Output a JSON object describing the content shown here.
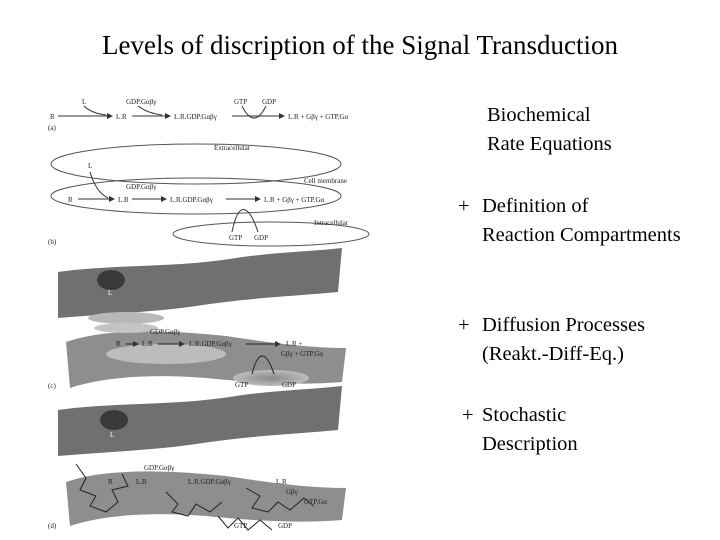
{
  "title": "Levels of discription of the Signal Transduction",
  "figure": {
    "panel_a": {
      "label": "(a)",
      "L": "L",
      "R": "R",
      "GDPGabg": "GDP.Gαβγ",
      "GTP": "GTP",
      "GDP": "GDP",
      "LR": "L.R",
      "LRGDPGabg": "L.R.GDP.Gαβγ",
      "products": "L.R + Gβγ + GTP.Gα"
    },
    "panel_b": {
      "label": "(b)",
      "extracellular": "Extracellular",
      "membrane": "Cell membrane",
      "intracellular": "Intracellular",
      "L": "L",
      "GDPGabg": "GDP.Gαβγ",
      "R": "R",
      "LR": "L.R",
      "LRGDPGabg": "L.R.GDP.Gαβγ",
      "products": "L.R + Gβγ + GTP.Gα",
      "GTP": "GTP",
      "GDP": "GDP"
    },
    "panel_c": {
      "label": "(c)",
      "L": "L",
      "GDPGabg": "GDP.Gαβγ",
      "R": "R",
      "LR": "L.R",
      "LRGDPGabg": "L.R.GDP.Gαβγ",
      "LRplus": "L.R +",
      "products": "Gβγ + GTP.Gα",
      "GTP": "GTP",
      "GDP": "GDP"
    },
    "panel_d": {
      "label": "(d)",
      "L": "L",
      "GDPGabg": "GDP.Gαβγ",
      "R": "R",
      "LR": "L.R",
      "LRGDPGabg": "L.R.GDP.Gαβγ",
      "LR2": "L.R",
      "Gbg": "Gβγ",
      "GTPGa": "GTP.Gα",
      "GTP": "GTP",
      "GDP": "GDP"
    }
  },
  "levels": [
    {
      "prefix": "",
      "line1": "Biochemical",
      "line2": "Rate Equations"
    },
    {
      "prefix": "+",
      "line1": "Definition of",
      "line2": "Reaction Compartments"
    },
    {
      "prefix": "+",
      "line1": "Diffusion Processes",
      "line2": "(Reakt.-Diff-Eq.)"
    },
    {
      "prefix": "+",
      "line1": "Stochastic",
      "line2": "Description"
    }
  ]
}
